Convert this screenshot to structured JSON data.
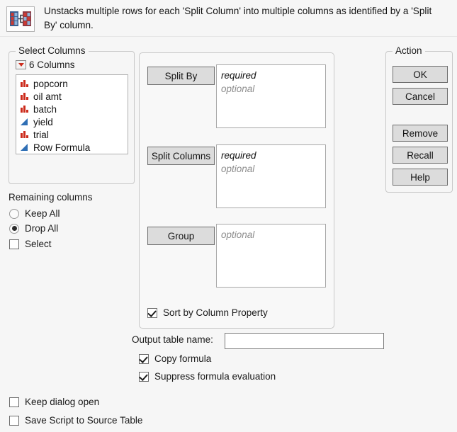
{
  "header": {
    "icon_name": "split-table-icon",
    "description": "Unstacks multiple rows for each 'Split Column' into multiple columns as identified by a 'Split By' column."
  },
  "select_columns": {
    "title": "Select Columns",
    "column_count_label": "6 Columns",
    "dropdown_icon": "red-triangle-icon",
    "columns": [
      {
        "name": "popcorn",
        "type": "nominal",
        "icon": "bar-chart-icon"
      },
      {
        "name": "oil amt",
        "type": "nominal",
        "icon": "bar-chart-icon"
      },
      {
        "name": "batch",
        "type": "nominal",
        "icon": "bar-chart-icon"
      },
      {
        "name": "yield",
        "type": "continuous",
        "icon": "triangle-icon"
      },
      {
        "name": "trial",
        "type": "nominal",
        "icon": "bar-chart-icon"
      },
      {
        "name": "Row Formula",
        "type": "continuous",
        "icon": "triangle-icon"
      }
    ]
  },
  "remaining_columns": {
    "title": "Remaining columns",
    "options": [
      {
        "label": "Keep All",
        "control": "radio",
        "checked": false
      },
      {
        "label": "Drop All",
        "control": "radio",
        "checked": true
      },
      {
        "label": "Select",
        "control": "checkbox",
        "checked": false
      }
    ]
  },
  "roles": [
    {
      "button": "Split By",
      "required_text": "required",
      "optional_text": "optional"
    },
    {
      "button": "Split Columns",
      "required_text": "required",
      "optional_text": "optional"
    },
    {
      "button": "Group",
      "required_text": "",
      "optional_text": "optional"
    }
  ],
  "sort_option": {
    "label": "Sort by Column Property",
    "checked": true
  },
  "action": {
    "title": "Action",
    "buttons": [
      {
        "label": "OK"
      },
      {
        "label": "Cancel"
      },
      {
        "label": "Remove"
      },
      {
        "label": "Recall"
      },
      {
        "label": "Help"
      }
    ]
  },
  "output": {
    "table_name_label": "Output table name:",
    "table_name_value": "",
    "table_name_placeholder": "",
    "options": [
      {
        "label": "Copy formula",
        "checked": true
      },
      {
        "label": "Suppress formula evaluation",
        "checked": true
      }
    ]
  },
  "footer_options": [
    {
      "label": "Keep dialog open",
      "checked": false
    },
    {
      "label": "Save Script to Source Table",
      "checked": false
    }
  ],
  "colors": {
    "nominal_icon": "#cc2b1c",
    "continuous_icon": "#2f6fb5",
    "panel_bg": "#f6f6f6",
    "button_face": "#dcdcdc"
  }
}
